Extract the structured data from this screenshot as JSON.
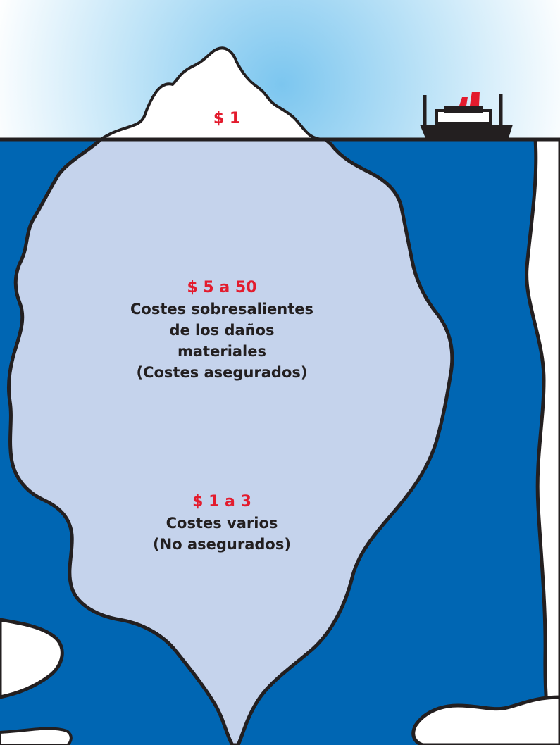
{
  "colors": {
    "sky_light": "#8fd0f2",
    "sea": "#0066b3",
    "iceberg_underwater": "#c5d3ec",
    "iceberg_tip": "#ffffff",
    "outline": "#231f20",
    "ship_hull": "#231f20",
    "ship_funnel": "#e31b2d",
    "amount_text": "#e31b2d",
    "description_text": "#231f20"
  },
  "tip": {
    "amount": "$ 1"
  },
  "middle": {
    "amount": "$ 5 a 50",
    "lines": [
      "Costes sobresalientes",
      "de los daños",
      "materiales",
      "(Costes asegurados)"
    ]
  },
  "lower": {
    "amount": "$ 1 a 3",
    "lines": [
      "Costes varios",
      "(No asegurados)"
    ]
  },
  "icons": {
    "ship": "ship-icon",
    "iceberg": "iceberg-icon"
  }
}
